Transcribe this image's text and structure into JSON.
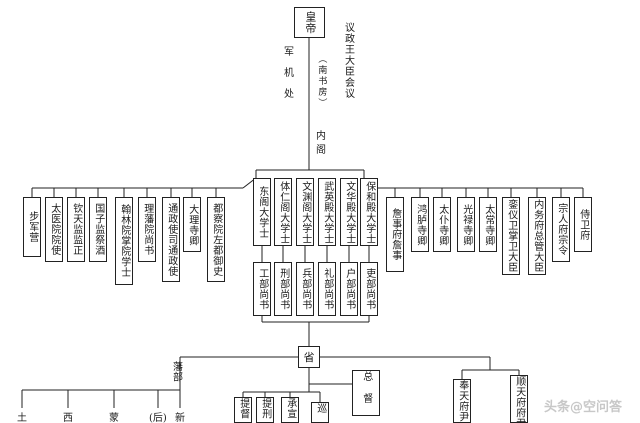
{
  "emperor": "皇帝",
  "grand_council": "军机处",
  "deliberative": "议政王大臣会议",
  "south_study": "（南书房）",
  "inner_cabinet": "内阁",
  "left_officials": [
    "步军营",
    "太医院院使",
    "钦天监监正",
    "国子监祭酒",
    "翰林院掌院学士",
    "理藩院尚书",
    "通政使司通政使",
    "大理寺卿",
    "都察院左都御史"
  ],
  "grand_secretaries": [
    "东阁大学士",
    "体仁阁大学士",
    "文渊阁大学士",
    "武英殿大学士",
    "文华殿大学士",
    "保和殿大学士"
  ],
  "right_officials": [
    "詹事府詹事",
    "鸿胪寺卿",
    "太仆寺卿",
    "光禄寺卿",
    "太常寺卿",
    "銮仪卫掌卫大臣",
    "内务府总管大臣",
    "宗人府宗令",
    "侍卫府"
  ],
  "ministries": [
    "工部尚书",
    "刑部尚书",
    "兵部尚书",
    "礼部尚书",
    "户部尚书",
    "吏部尚书"
  ],
  "province": "省",
  "viceroy": "总督",
  "frontier": "藩部",
  "frontier_items": [
    "土",
    "西",
    "蒙",
    "(后)",
    "新"
  ],
  "province_sub": [
    "提督",
    "提刑",
    "承宣",
    "巡"
  ],
  "prefectures": [
    "奉天府尹",
    "顺天府府尹"
  ],
  "watermark": "头条@空问答",
  "colors": {
    "line": "#222222",
    "text": "#1a1a1a"
  }
}
